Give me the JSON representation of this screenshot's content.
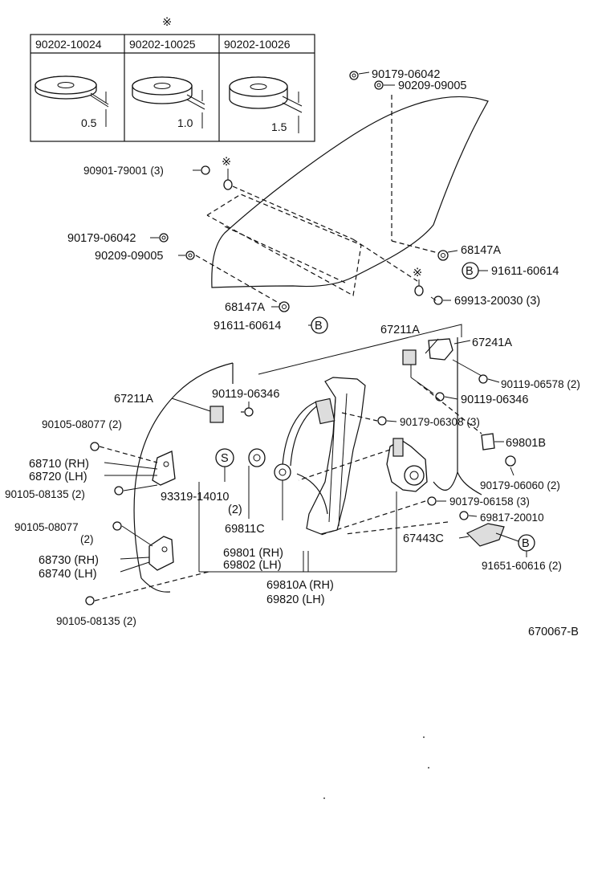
{
  "diagram_id": "670067-B",
  "washer_table": {
    "marker": "※",
    "columns": [
      {
        "part": "90202-10024",
        "thickness": "0.5"
      },
      {
        "part": "90202-10025",
        "thickness": "1.0"
      },
      {
        "part": "90202-10026",
        "thickness": "1.5"
      }
    ]
  },
  "labels": {
    "p90179_06042_top": "90179-06042",
    "p90209_09005_top": "90209-09005",
    "p90901_79001": "90901-79001 (3)",
    "mark_asterisk": "※",
    "p90179_06042_left": "90179-06042",
    "p90209_09005_left": "90209-09005",
    "p68147A_right": "68147A",
    "p91611_60614_right": "91611-60614",
    "p68147A_left": "68147A",
    "p91611_60614_left": "91611-60614",
    "p69913_20030": "69913-20030 (3)",
    "p67211A_right": "67211A",
    "p67241A": "67241A",
    "p90119_06578": "90119-06578 (2)",
    "p67211A_left": "67211A",
    "p90119_06346_left": "90119-06346",
    "p90119_06346_right": "90119-06346",
    "p90105_08077_top": "90105-08077 (2)",
    "p90179_06308": "90179-06308 (3)",
    "p69801B": "69801B",
    "p68710": "68710 (RH)",
    "p68720": "68720 (LH)",
    "p90105_08135_mid": "90105-08135 (2)",
    "p93319_14010": "93319-14010",
    "p93319_qty": "(2)",
    "p90179_06060": "90179-06060 (2)",
    "p90105_08077_bottom": "90105-08077",
    "p90105_08077_bottom_qty": "(2)",
    "p69811C": "69811C",
    "p90179_06158": "90179-06158 (3)",
    "p69817_20010": "69817-20010",
    "p69801": "69801 (RH)",
    "p69802": "69802 (LH)",
    "p67443C": "67443C",
    "p68730": "68730 (RH)",
    "p68740": "68740 (LH)",
    "p91651_60616": "91651-60616 (2)",
    "p69810A": "69810A (RH)",
    "p69820": "69820   (LH)",
    "p90105_08135_bottom": "90105-08135 (2)",
    "circle_B": "B",
    "circle_S": "S"
  }
}
